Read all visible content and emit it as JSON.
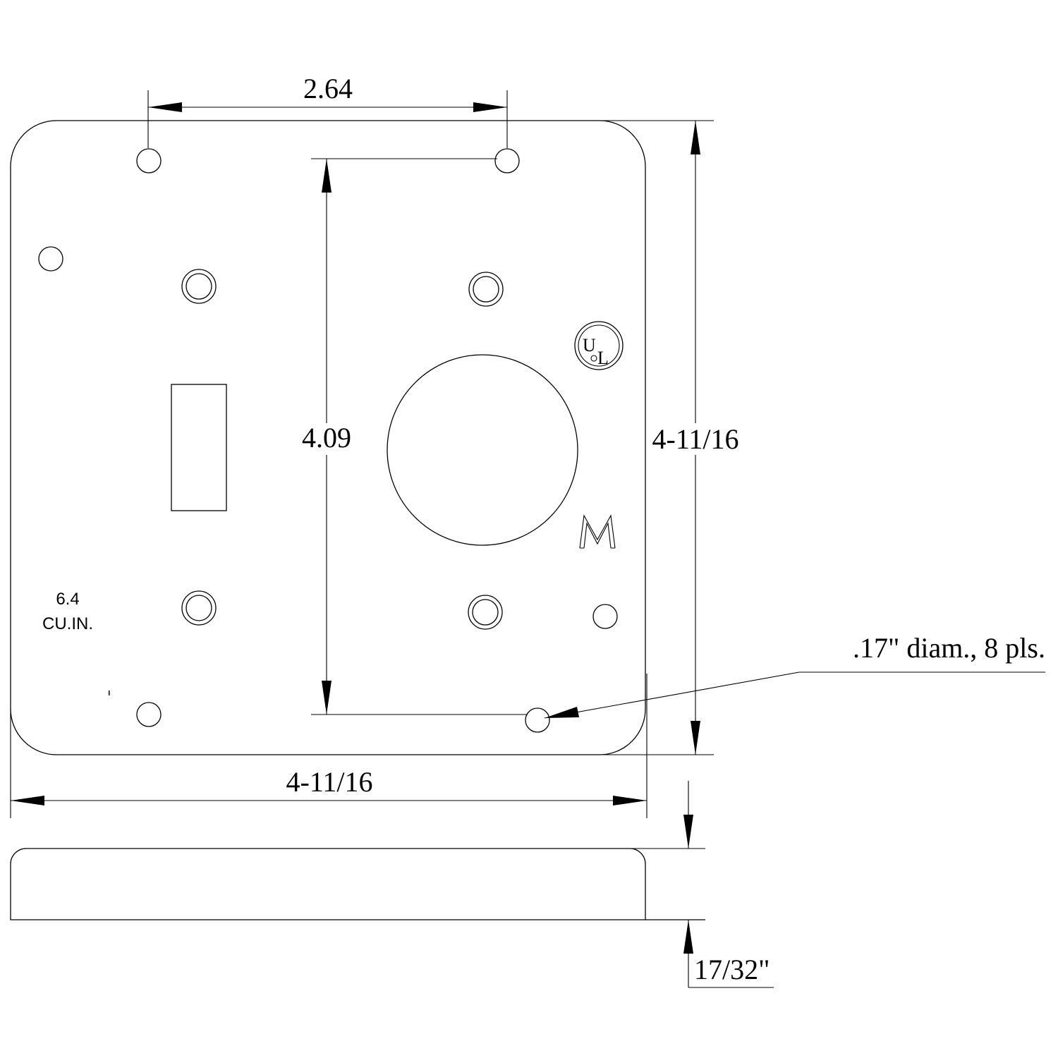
{
  "dimensions": {
    "hole_spacing": "2.64",
    "vertical_hole_spacing": "4.09",
    "plate_height": "4-11/16",
    "plate_width": "4-11/16",
    "thickness": "17/32\"",
    "hole_callout": ".17\" diam., 8 pls."
  },
  "volume_label": {
    "line1": "6.4",
    "line2": "CU.IN."
  },
  "logos": {
    "listing_mark": "UL",
    "maker_mark": "M"
  }
}
